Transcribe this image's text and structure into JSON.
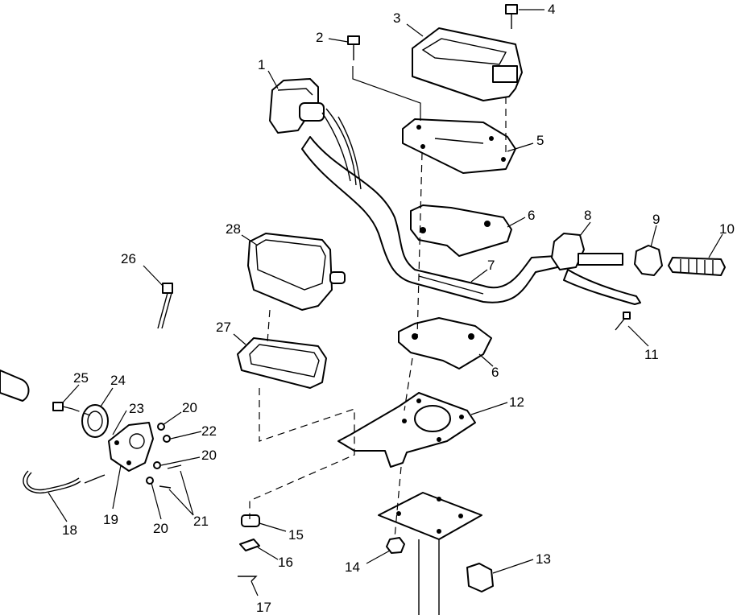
{
  "callouts": [
    {
      "id": "1",
      "label": "1"
    },
    {
      "id": "2",
      "label": "2"
    },
    {
      "id": "3",
      "label": "3"
    },
    {
      "id": "4",
      "label": "4"
    },
    {
      "id": "5",
      "label": "5"
    },
    {
      "id": "6a",
      "label": "6"
    },
    {
      "id": "6b",
      "label": "6"
    },
    {
      "id": "7",
      "label": "7"
    },
    {
      "id": "8",
      "label": "8"
    },
    {
      "id": "9",
      "label": "9"
    },
    {
      "id": "10",
      "label": "10"
    },
    {
      "id": "11",
      "label": "11"
    },
    {
      "id": "12",
      "label": "12"
    },
    {
      "id": "13",
      "label": "13"
    },
    {
      "id": "14",
      "label": "14"
    },
    {
      "id": "15",
      "label": "15"
    },
    {
      "id": "16",
      "label": "16"
    },
    {
      "id": "17",
      "label": "17"
    },
    {
      "id": "18",
      "label": "18"
    },
    {
      "id": "19",
      "label": "19"
    },
    {
      "id": "20a",
      "label": "20"
    },
    {
      "id": "20b",
      "label": "20"
    },
    {
      "id": "20c",
      "label": "20"
    },
    {
      "id": "21",
      "label": "21"
    },
    {
      "id": "22",
      "label": "22"
    },
    {
      "id": "23",
      "label": "23"
    },
    {
      "id": "24",
      "label": "24"
    },
    {
      "id": "25",
      "label": "25"
    },
    {
      "id": "26",
      "label": "26"
    },
    {
      "id": "27",
      "label": "27"
    },
    {
      "id": "28",
      "label": "28"
    }
  ]
}
